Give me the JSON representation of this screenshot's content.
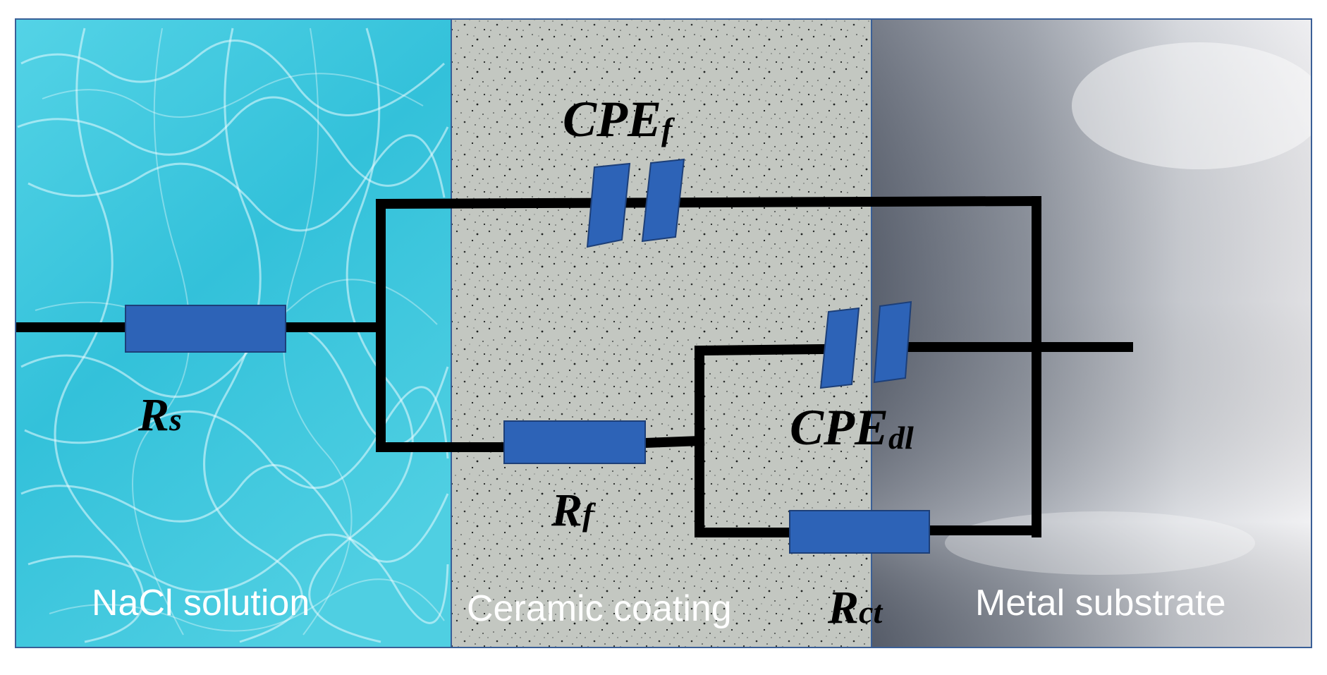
{
  "regions": {
    "solution": "NaCl solution",
    "coating": "Ceramic coating",
    "substrate": "Metal substrate"
  },
  "labels": {
    "rs": {
      "main": "R",
      "sub": "s"
    },
    "rf": {
      "main": "R",
      "sub": "f"
    },
    "rct": {
      "main": "R",
      "sub": "ct"
    },
    "cpef": {
      "main": "CPE",
      "sub": "f"
    },
    "cpedl": {
      "main": "CPE",
      "sub": "dl"
    }
  },
  "colors": {
    "water": "#39c6dc",
    "coating": "#bfc3bd",
    "metal": "#8d929b",
    "component": "#2d63b7",
    "wire": "#000000",
    "frame": "#3a5f97"
  }
}
